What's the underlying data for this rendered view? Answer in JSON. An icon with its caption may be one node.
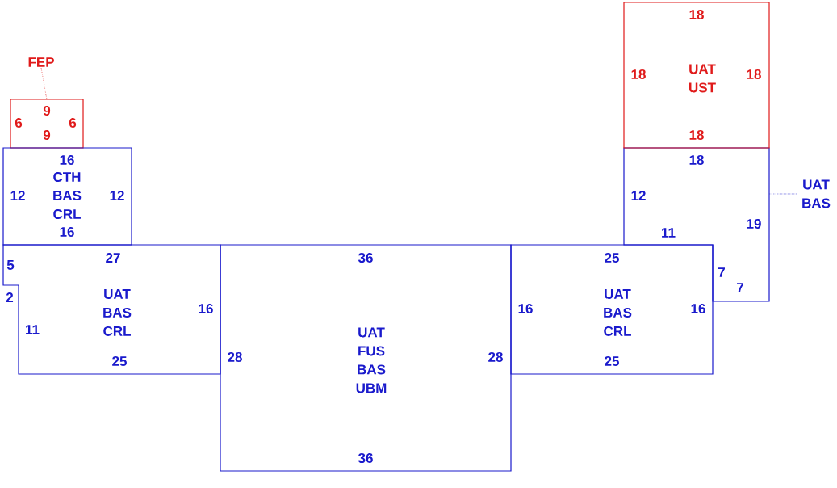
{
  "diagram": {
    "nodes": [
      {
        "text": [
          "9",
          "6",
          "6",
          "9"
        ]
      },
      {
        "text": [
          "16",
          "12",
          "CTH BAS CRL",
          "12",
          "16"
        ]
      },
      {
        "text": [
          "27",
          "5",
          "2",
          "UAT BAS CRL",
          "16",
          "11",
          "25"
        ]
      },
      {
        "text": [
          "36",
          "UAT FUS BAS UBM",
          "28",
          "28",
          "36"
        ]
      },
      {
        "text": [
          "25",
          "16",
          "UAT BAS CRL",
          "16",
          "25"
        ]
      },
      {
        "text": [
          "18",
          "12",
          "19",
          "11",
          "7",
          "7"
        ]
      },
      {
        "text": [
          "18",
          "18",
          "UAT UST",
          "18",
          "18"
        ]
      },
      {
        "text": [
          "FEP"
        ]
      },
      {
        "text": [
          "UAT BAS"
        ]
      }
    ],
    "edges": [
      {
        "from": 7,
        "to": 0,
        "arrow": "none",
        "style": "dashed",
        "color": "#e01a1a"
      },
      {
        "from": 8,
        "to": 5,
        "arrow": "none",
        "style": "dashed",
        "color": "#2020d0"
      }
    ]
  }
}
